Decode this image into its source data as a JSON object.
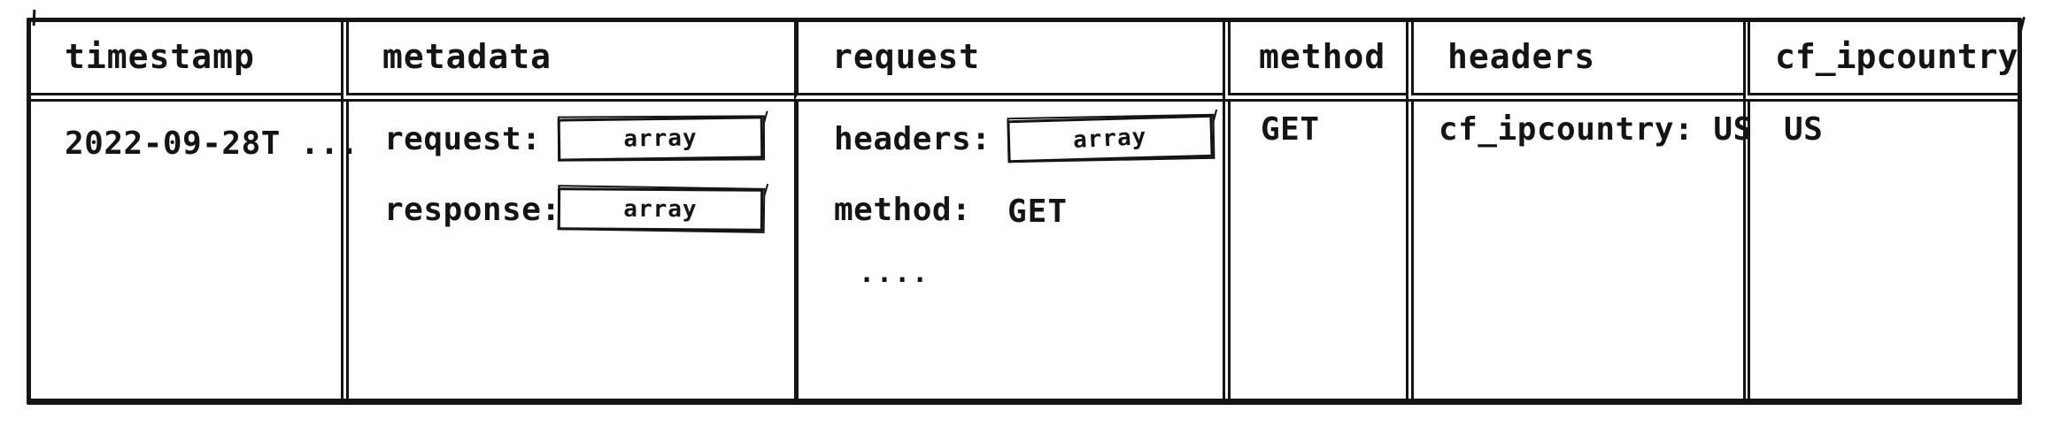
{
  "style": {
    "ink": "#141414",
    "paper": "#ffffff"
  },
  "table": {
    "columns": [
      {
        "id": "timestamp",
        "label": "timestamp"
      },
      {
        "id": "metadata",
        "label": "metadata"
      },
      {
        "id": "request",
        "label": "request"
      },
      {
        "id": "method",
        "label": "method"
      },
      {
        "id": "headers",
        "label": "headers"
      },
      {
        "id": "cf_ipcountry",
        "label": "cf_ipcountry"
      }
    ],
    "row": {
      "timestamp": "2022-09-28T ...",
      "metadata": {
        "fields": [
          {
            "key": "request:",
            "value": "array",
            "kind": "array-box"
          },
          {
            "key": "response:",
            "value": "array",
            "kind": "array-box"
          }
        ]
      },
      "request": {
        "fields": [
          {
            "key": "headers:",
            "value": "array",
            "kind": "array-box"
          },
          {
            "key": "method:",
            "value": "GET",
            "kind": "text"
          }
        ],
        "truncation_dots": "...."
      },
      "method": "GET",
      "headers": "cf_ipcountry: US",
      "cf_ipcountry": "US"
    }
  }
}
